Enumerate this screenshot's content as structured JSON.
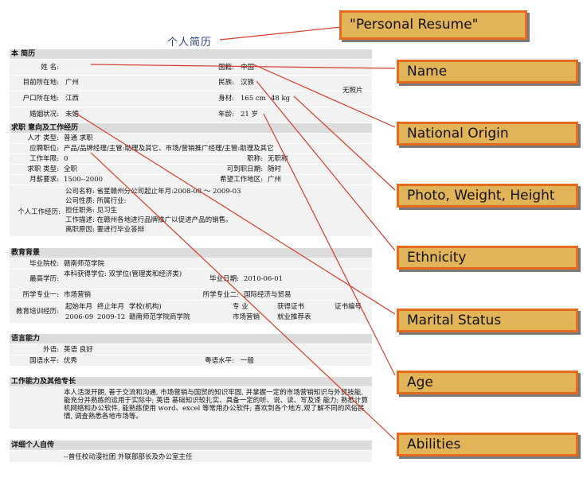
{
  "document": {
    "title": "个人简历",
    "sections": {
      "basic": "本 简历",
      "intent": "求职 意向及工作经历",
      "education": "教育背景",
      "language": "语言能力",
      "abilities": "工作能力及其他专长",
      "self_eval": "详细个人自传"
    },
    "basic": {
      "name_label": "姓 名:",
      "name_value": "",
      "nationality_label": "国籍:",
      "nationality_value": "中国",
      "residence_label": "目前所在地:",
      "residence_value": "广州",
      "ethnicity_label": "民族:",
      "ethnicity_value": "汉族",
      "hukou_label": "户口所在地:",
      "hukou_value": "江西",
      "height_label": "身材:",
      "height_value": "165 cm",
      "weight_value": "48 kg",
      "marital_label": "婚姻状况:",
      "marital_value": "未婚",
      "age_label": "年龄:",
      "age_value": "21 岁",
      "photo_text": "无照片"
    },
    "intent": {
      "talent_type_label": "人才 类型:",
      "talent_type_value": "普通 求职",
      "position_label": "应聘职位:",
      "position_value": "产品/品牌经理/主管:助理及其它、市场/营销推广经理/主管:助理及其它",
      "years_label": "工作年限:",
      "years_value": "0",
      "title_label": "职称:",
      "title_value": "无职称",
      "job_type_label": "求职 类型:",
      "job_type_value": "全职",
      "available_label": "可到职日期:",
      "available_value": "随时",
      "salary_label": "月薪要求:",
      "salary_value": "1500--2000",
      "location_label": "希望工作地区:",
      "location_value": "广州",
      "experience_label": "个人工作经历:",
      "experience_lines": [
        "公司名称: 省星赣州分公司起止年月:2008-08 ～ 2009-03",
        "公司性质: 所属行业:",
        "担任职务: 见习生",
        "工作描述: 在赣州各地进行品牌推广以促进产品的销售。",
        "离职原因: 要进行毕业答辩"
      ]
    },
    "education": {
      "school_label": "毕业院校:",
      "school_value": "赣南师范学院",
      "degree_label": "最高学历:",
      "degree_value": "本科获得学位: 双学位(管理类和经济类)",
      "grad_date_label": "毕业日期:",
      "grad_date_value": "2010-06-01",
      "major1_label": "所学专业一:",
      "major1_value": "市场营销",
      "major2_label": "所学专业二:",
      "major2_value": "国际经济与贸易",
      "training_label": "教育培训经历:",
      "training_header": [
        "起始年月",
        "终止年月",
        "学校(机构)",
        "专 业",
        "获得证书",
        "证书编号"
      ],
      "training_row": [
        "2006-09",
        "2009-12",
        "赣南师范学院商学院",
        "市场营销",
        "就业推荐表",
        ""
      ]
    },
    "language": {
      "foreign_label": "外语:",
      "foreign_value": "英语 良好",
      "mandarin_label": "国语水平:",
      "mandarin_value": "优秀",
      "cantonese_label": "粤语水平:",
      "cantonese_value": "一般"
    },
    "abilities": {
      "text": "本人活泼开朗, 善于交流和沟通, 市场营销与国贸的知识牢固, 并掌握一定的市场营销知识与外贸技能, 能充分并熟练的运用于实际中; 英语 基础知识较扎实、具备一定的听、说、读、写及译 能力; 熟悉计算机网络和办公软件, 能熟练使用 word、excel 等常用办公软件; 喜欢到各个地方,观了解不同的风俗民情, 调查熟悉各地市场等。"
    },
    "self_eval": {
      "text": "--曾任校动漫社团 外联部部长及办公室主任"
    }
  },
  "callouts": {
    "title": "\"Personal Resume\"",
    "name": "Name",
    "national_origin": "National Origin",
    "photo_weight_height": "Photo, Weight, Height",
    "ethnicity": "Ethnicity",
    "marital_status": "Marital Status",
    "age": "Age",
    "abilities": "Abilities"
  },
  "colors": {
    "leader_line": "#d83a2a",
    "callout_fill": "#e2b458",
    "callout_border": "#e46a1e",
    "section_bar": "#dcdcdc",
    "row_fill": "#f2f2f2"
  }
}
